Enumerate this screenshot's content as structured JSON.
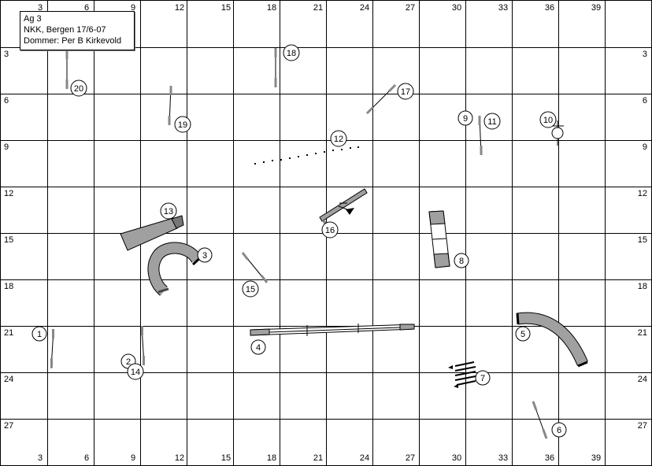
{
  "course": {
    "class_name": "Ag 3",
    "event": "NKK, Bergen 17/6-07",
    "judge": "Dommer: Per B Kirkevold"
  },
  "axes": {
    "x_ticks": [
      "3",
      "6",
      "9",
      "12",
      "15",
      "18",
      "21",
      "24",
      "27",
      "30",
      "33",
      "36",
      "39"
    ],
    "y_ticks": [
      "3",
      "6",
      "9",
      "12",
      "15",
      "18",
      "21",
      "24",
      "27"
    ],
    "grid_step_m": 3
  },
  "obstacles": [
    {
      "n": "1",
      "type": "jump"
    },
    {
      "n": "2",
      "type": "jump"
    },
    {
      "n": "3",
      "type": "tunnel"
    },
    {
      "n": "4",
      "type": "dogwalk"
    },
    {
      "n": "5",
      "type": "tunnel"
    },
    {
      "n": "6",
      "type": "jump"
    },
    {
      "n": "7",
      "type": "long-jump"
    },
    {
      "n": "8",
      "type": "a-frame"
    },
    {
      "n": "9",
      "type": "jump"
    },
    {
      "n": "10",
      "type": "tyre"
    },
    {
      "n": "11",
      "type": "jump"
    },
    {
      "n": "12",
      "type": "weave-poles"
    },
    {
      "n": "13",
      "type": "chute"
    },
    {
      "n": "14",
      "type": "jump"
    },
    {
      "n": "15",
      "type": "jump"
    },
    {
      "n": "16",
      "type": "seesaw"
    },
    {
      "n": "17",
      "type": "jump"
    },
    {
      "n": "18",
      "type": "jump"
    },
    {
      "n": "19",
      "type": "jump"
    },
    {
      "n": "20",
      "type": "jump"
    }
  ],
  "colors": {
    "obstacle_fill": "#a0a0a0",
    "line": "#000000",
    "background": "#ffffff"
  }
}
